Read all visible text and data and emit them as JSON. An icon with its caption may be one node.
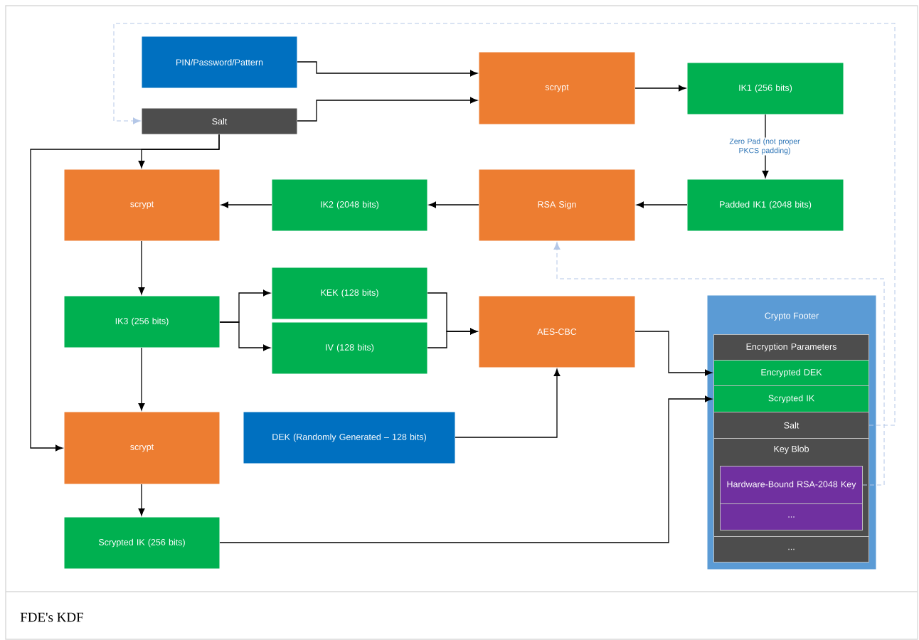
{
  "diagram": {
    "caption": "FDE's KDF",
    "nodes": [
      {
        "text": [
          "PIN/Password/Pattern"
        ]
      },
      {
        "text": [
          "Salt"
        ]
      },
      {
        "text": [
          "scrypt"
        ]
      },
      {
        "text": [
          "IK1 (256 bits)"
        ]
      },
      {
        "text": [
          "Padded IK1 (2048 bits)"
        ]
      },
      {
        "text": [
          "RSA Sign"
        ]
      },
      {
        "text": [
          "IK2 (2048 bits)"
        ]
      },
      {
        "text": [
          "scrypt"
        ]
      },
      {
        "text": [
          "IK3 (256 bits)"
        ]
      },
      {
        "text": [
          "KEK (128 bits)"
        ]
      },
      {
        "text": [
          "IV (128 bits)"
        ]
      },
      {
        "text": [
          "AES-CBC"
        ]
      },
      {
        "text": [
          "DEK (Randomly Generated – 128 bits)"
        ]
      },
      {
        "text": [
          "scrypt"
        ]
      },
      {
        "text": [
          "Scrypted IK (256 bits)"
        ]
      },
      {
        "text": [
          "Crypto Footer"
        ]
      },
      {
        "text": [
          "Encryption Parameters"
        ],
        "in": 15
      },
      {
        "text": [
          "Encrypted DEK"
        ],
        "in": 15
      },
      {
        "text": [
          "Scrypted IK"
        ],
        "in": 15
      },
      {
        "text": [
          "Salt"
        ],
        "in": 15
      },
      {
        "text": [
          "Key Blob"
        ],
        "in": 15
      },
      {
        "text": [
          "Hardware-Bound RSA-2048 Key"
        ],
        "in": 20
      },
      {
        "text": [
          "..."
        ],
        "in": 20
      },
      {
        "text": [
          "..."
        ],
        "in": 15
      }
    ],
    "edges": [
      {
        "from": 0,
        "to": 2,
        "arrow": "to"
      },
      {
        "from": 1,
        "to": 2,
        "arrow": "to"
      },
      {
        "from": 2,
        "to": 3,
        "arrow": "to"
      },
      {
        "from": 3,
        "to": 4,
        "arrow": "to",
        "label": "Zero Pad (not proper PKCS padding)"
      },
      {
        "from": 4,
        "to": 5,
        "arrow": "to"
      },
      {
        "from": 5,
        "to": 6,
        "arrow": "to"
      },
      {
        "from": 6,
        "to": 7,
        "arrow": "to"
      },
      {
        "from": 1,
        "to": 7,
        "arrow": "to"
      },
      {
        "from": 1,
        "to": 13,
        "arrow": "to"
      },
      {
        "from": 7,
        "to": 8,
        "arrow": "to"
      },
      {
        "from": 8,
        "to": 9,
        "arrow": "to"
      },
      {
        "from": 8,
        "to": 10,
        "arrow": "to"
      },
      {
        "from": 9,
        "to": 11,
        "arrow": "to"
      },
      {
        "from": 10,
        "to": 11,
        "arrow": "to"
      },
      {
        "from": 8,
        "to": 13,
        "arrow": "to"
      },
      {
        "from": 13,
        "to": 14,
        "arrow": "to"
      },
      {
        "from": 12,
        "to": 11,
        "arrow": "to"
      },
      {
        "from": 11,
        "to": 17,
        "arrow": "to"
      },
      {
        "from": 14,
        "to": 18,
        "arrow": "to"
      },
      {
        "from": 19,
        "to": 1,
        "arrow": "to",
        "style": "dashed",
        "color": "#b4c7e7"
      },
      {
        "from": 21,
        "to": 5,
        "arrow": "to",
        "style": "dashed",
        "color": "#b4c7e7"
      }
    ]
  }
}
